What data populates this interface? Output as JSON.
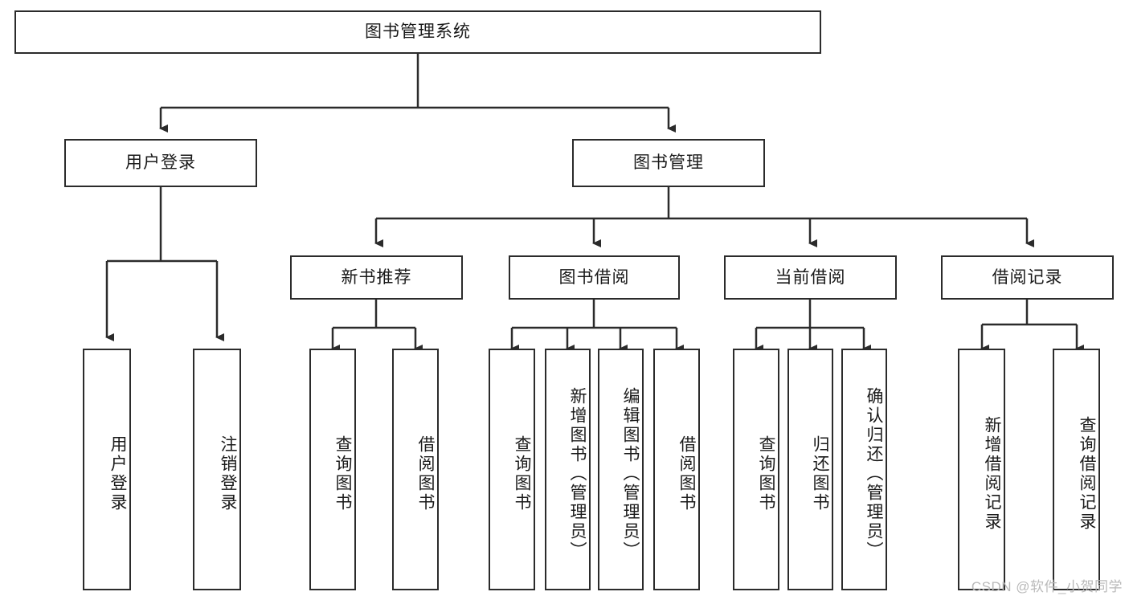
{
  "diagram": {
    "title": "图书管理系统",
    "type": "tree",
    "root": {
      "id": "root",
      "label": "图书管理系统"
    },
    "level2": [
      {
        "id": "user-login",
        "label": "用户登录"
      },
      {
        "id": "book-manage",
        "label": "图书管理"
      }
    ],
    "level3": [
      {
        "id": "new-book-recommend",
        "label": "新书推荐",
        "parent": "book-manage"
      },
      {
        "id": "book-borrow",
        "label": "图书借阅",
        "parent": "book-manage"
      },
      {
        "id": "current-borrow",
        "label": "当前借阅",
        "parent": "book-manage"
      },
      {
        "id": "borrow-record",
        "label": "借阅记录",
        "parent": "book-manage"
      }
    ],
    "leaves": {
      "user-login": [
        {
          "id": "leaf-user-login",
          "label": "用户登录"
        },
        {
          "id": "leaf-logout",
          "label": "注销登录"
        }
      ],
      "new-book-recommend": [
        {
          "id": "leaf-query-book-1",
          "label": "查询图书"
        },
        {
          "id": "leaf-borrow-book-1",
          "label": "借阅图书"
        }
      ],
      "book-borrow": [
        {
          "id": "leaf-query-book-2",
          "label": "查询图书"
        },
        {
          "id": "leaf-add-book",
          "label": "新增图书（管理员）"
        },
        {
          "id": "leaf-edit-book",
          "label": "编辑图书（管理员）"
        },
        {
          "id": "leaf-borrow-book-2",
          "label": "借阅图书"
        }
      ],
      "current-borrow": [
        {
          "id": "leaf-query-book-3",
          "label": "查询图书"
        },
        {
          "id": "leaf-return-book",
          "label": "归还图书"
        },
        {
          "id": "leaf-confirm-return",
          "label": "确认归还（管理员）"
        }
      ],
      "borrow-record": [
        {
          "id": "leaf-add-record",
          "label": "新增借阅记录"
        },
        {
          "id": "leaf-query-record",
          "label": "查询借阅记录"
        }
      ]
    },
    "colors": {
      "stroke": "#2b2b2b",
      "fill": "#ffffff",
      "text": "#1a1a1a",
      "watermark": "#b9b9b9"
    }
  },
  "watermark": {
    "text": "CSDN @软件_小贺同学"
  }
}
